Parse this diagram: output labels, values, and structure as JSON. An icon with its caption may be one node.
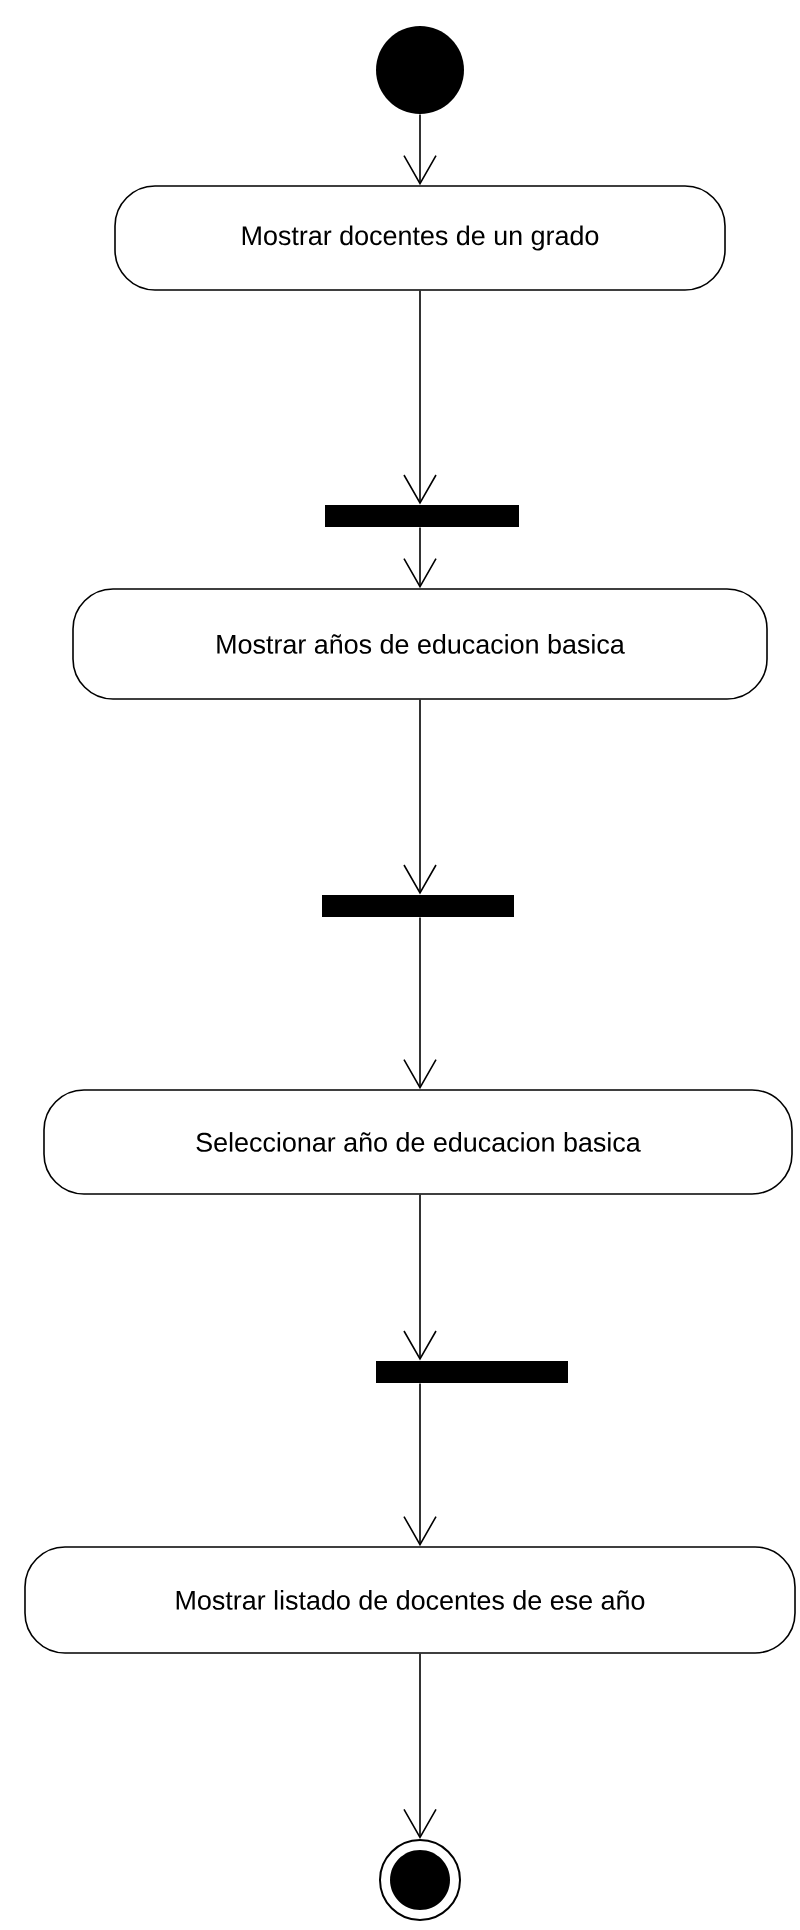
{
  "diagram": {
    "nodes": [
      {
        "text": [],
        "shape": "circle"
      },
      {
        "text": [
          "Mostrar docentes de un grado"
        ]
      },
      {
        "text": [],
        "shape": "bar"
      },
      {
        "text": [
          "Mostrar años de educacion basica"
        ]
      },
      {
        "text": [],
        "shape": "bar"
      },
      {
        "text": [
          "Seleccionar año de educacion basica"
        ]
      },
      {
        "text": [],
        "shape": "bar"
      },
      {
        "text": [
          "Mostrar listado de docentes de ese año"
        ]
      },
      {
        "text": [],
        "shape": "bullseye"
      }
    ],
    "edges": [
      {
        "from": 0,
        "to": 1,
        "arrow": "to"
      },
      {
        "from": 1,
        "to": 2,
        "arrow": "to"
      },
      {
        "from": 2,
        "to": 3,
        "arrow": "to"
      },
      {
        "from": 3,
        "to": 4,
        "arrow": "to"
      },
      {
        "from": 4,
        "to": 5,
        "arrow": "to"
      },
      {
        "from": 5,
        "to": 6,
        "arrow": "to"
      },
      {
        "from": 6,
        "to": 7,
        "arrow": "to"
      },
      {
        "from": 7,
        "to": 8,
        "arrow": "to"
      }
    ]
  }
}
